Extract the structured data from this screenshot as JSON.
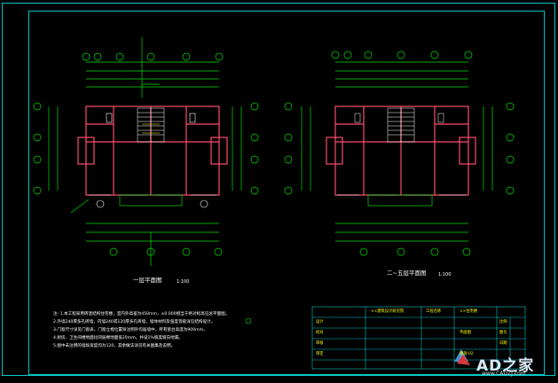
{
  "drawing": {
    "left_plan_title": "一层平面图",
    "left_plan_scale": "1:100",
    "right_plan_title": "二~五层平面图",
    "right_plan_scale": "1:100",
    "notes": [
      "注: 1.本工程采用砖混结构住宅楼，室内外高差为450mm，±0.000相当于绝对标高见总平面图。",
      "2.外墙240厚多孔砖墙，内墙240或120厚多孔砖墙，墙体材料及强度等级详见结构设计。",
      "3.门窗尺寸详见门窗表，门窗立樘位置除注明外均居墙中，所有窗台高度为900mm。",
      "4.厨房、卫生间楼地面比同层楼地面低20mm，并设1%坡度坡向地漏。",
      "5.图中未注明的墙垛宽度均为120，其余做法详见有关图集及说明。"
    ]
  },
  "title_block": {
    "design_unit": "××建筑设计研究院",
    "project_label": "工程名称",
    "project_name": "××住宅楼",
    "drawing_name": "平面图",
    "drawing_no": "建施-02",
    "cells": [
      "设计",
      "校对",
      "审核",
      "审定",
      "比例",
      "图号",
      "日期"
    ]
  },
  "watermark": {
    "brand": "AD之家",
    "url": "www.CADZJ.com"
  },
  "colors": {
    "frame": "#00c8c8",
    "wall": "#ff4d6a",
    "dim": "#00e000",
    "text": "#ffffff",
    "accent": "#ffff00"
  }
}
